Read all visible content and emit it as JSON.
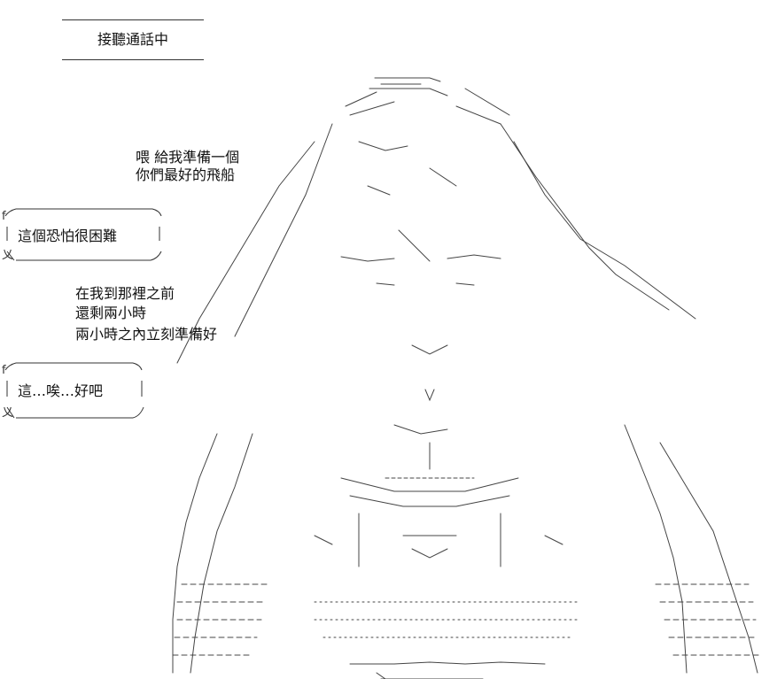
{
  "title": "接聽通話中",
  "captions": {
    "line_1": "喂 給我準備一個",
    "line_2": "你們最好的飛船",
    "line_3": "在我到那裡之前",
    "line_4": "還剩兩小時",
    "line_5": "兩小時之內立刻準備好"
  },
  "bubbles": {
    "first": "這個恐怕很困難",
    "second": "這…唉…好吧"
  },
  "art": {
    "icon": "ascii-art-figure-icon"
  }
}
